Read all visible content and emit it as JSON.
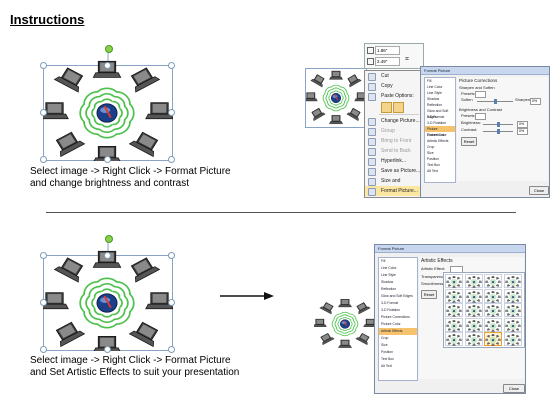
{
  "page": {
    "title": "Instructions"
  },
  "steps": [
    {
      "caption": "Select image -> Right Click -> Format Picture and change brightness and contrast"
    },
    {
      "caption": "Select image -> Right Click -> Format Picture and Set Artistic Effects to suit your presentation"
    }
  ],
  "size_box": {
    "height": "1.86\"",
    "width": "2.49\""
  },
  "context_menu": {
    "items": [
      {
        "label": "Cut",
        "icon": "scissors-icon",
        "enabled": true
      },
      {
        "label": "Copy",
        "icon": "copy-icon",
        "enabled": true
      },
      {
        "label": "Paste Options:",
        "icon": "paste-icon",
        "enabled": true
      },
      {
        "label": "Change Picture...",
        "icon": "picture-icon",
        "enabled": true
      },
      {
        "label": "Group",
        "icon": "group-icon",
        "enabled": false
      },
      {
        "label": "Bring to Front",
        "icon": "bring-front-icon",
        "enabled": false
      },
      {
        "label": "Send to Back",
        "icon": "send-back-icon",
        "enabled": false
      },
      {
        "label": "Hyperlink...",
        "icon": "hyperlink-icon",
        "enabled": true
      },
      {
        "label": "Save as Picture...",
        "icon": "save-icon",
        "enabled": true
      },
      {
        "label": "Size and Position...",
        "icon": "size-icon",
        "enabled": true
      },
      {
        "label": "Format Picture...",
        "icon": "format-icon",
        "enabled": true,
        "highlighted": true
      }
    ]
  },
  "dialog_corrections": {
    "title": "Format Picture",
    "nav": [
      "Fill",
      "Line Color",
      "Line Style",
      "Shadow",
      "Reflection",
      "Glow and Soft Edges",
      "3-D Format",
      "3-D Rotation",
      "Picture Corrections",
      "Picture Color",
      "Artistic Effects",
      "Crop",
      "Size",
      "Position",
      "Text Box",
      "Alt Text"
    ],
    "selected": "Picture Corrections",
    "heading": "Picture Corrections",
    "section1": "Sharpen and Soften",
    "presets_label": "Presets:",
    "soften_label": "Soften",
    "sharpen_label": "Sharpen",
    "sharpen_value": "0%",
    "section2": "Brightness and Contrast",
    "presets2_label": "Presets:",
    "brightness_label": "Brightness:",
    "brightness_value": "0%",
    "contrast_label": "Contrast:",
    "contrast_value": "0%",
    "reset_label": "Reset",
    "close_label": "Close"
  },
  "dialog_artistic": {
    "title": "Format Picture",
    "nav": [
      "Fill",
      "Line Color",
      "Line Style",
      "Shadow",
      "Reflection",
      "Glow and Soft Edges",
      "3-D Format",
      "3-D Rotation",
      "Picture Corrections",
      "Picture Color",
      "Artistic Effects",
      "Crop",
      "Size",
      "Position",
      "Text Box",
      "Alt Text"
    ],
    "selected": "Artistic Effects",
    "heading": "Artistic Effects",
    "effect_label": "Artistic Effect:",
    "transparency_label": "Transparency:",
    "smoothness_label": "Smoothness:",
    "reset_label": "Reset",
    "close_label": "Close"
  }
}
